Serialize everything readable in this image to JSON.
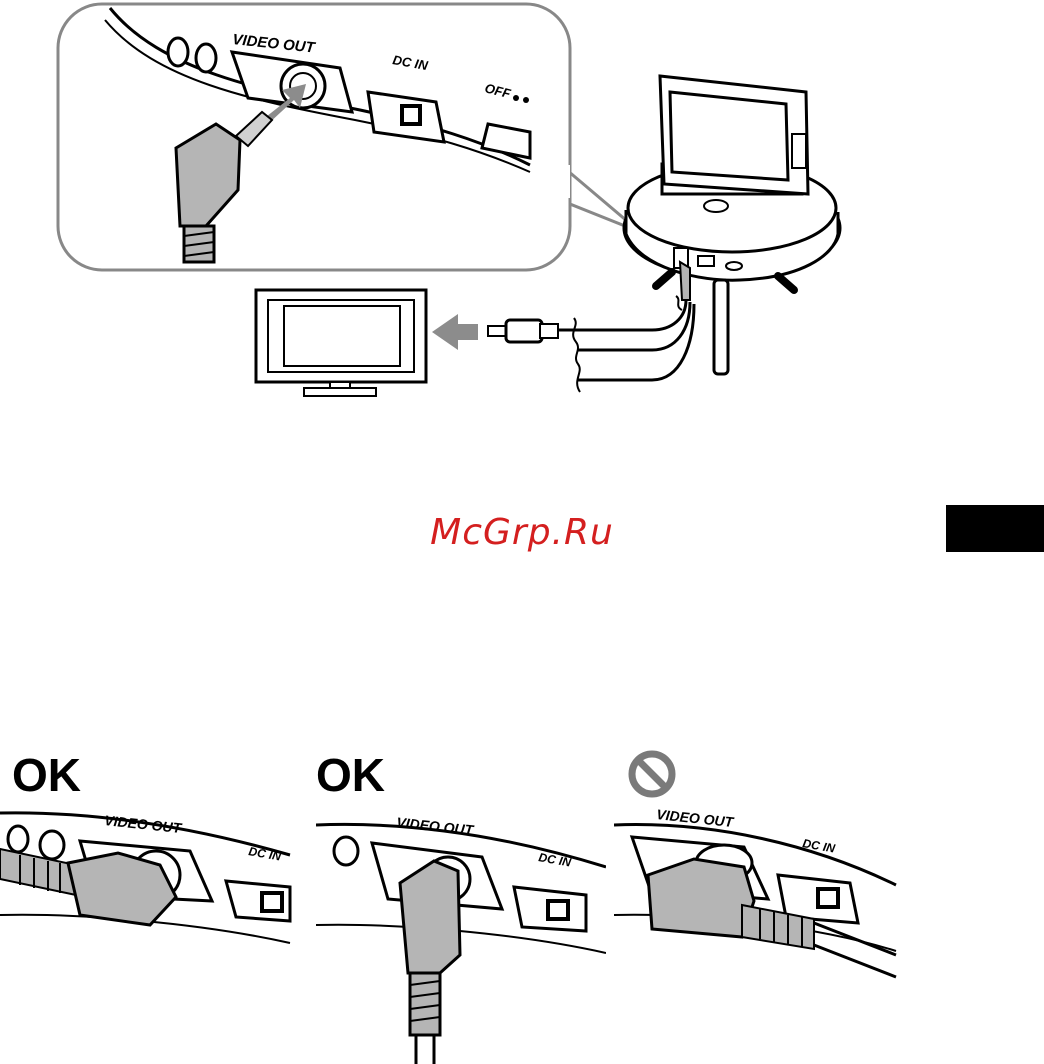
{
  "labels": {
    "video_out": "VIDEO OUT",
    "dc_in": "DC IN",
    "off": "OFF",
    "watermark": "McGrp.Ru",
    "ok_1": "OK",
    "ok_2": "OK"
  },
  "icons": {
    "prohibited": "prohibited-icon"
  },
  "colors": {
    "watermark": "#d41f1f",
    "callout_border": "#888888",
    "arrow": "#8c8c8c",
    "plug": "#b5b5b5",
    "prohibited": "#7a7a7a"
  }
}
